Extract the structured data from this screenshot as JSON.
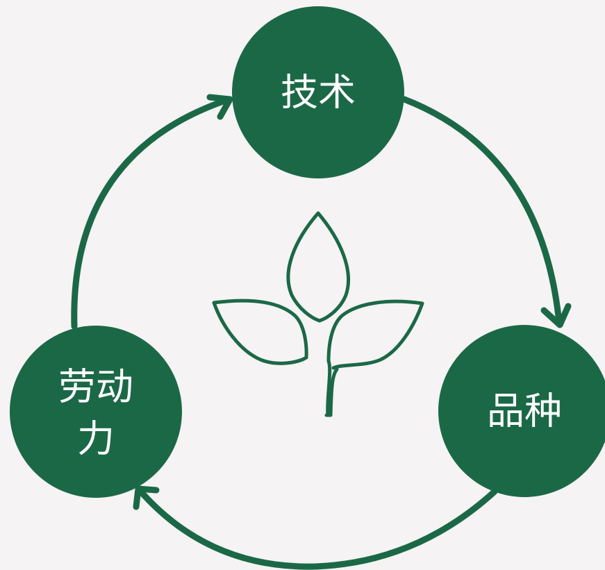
{
  "colors": {
    "background": "#f5f3f4",
    "primary": "#1b6847",
    "label": "#ffffff"
  },
  "center_icon": "sprout-icon",
  "nodes": [
    {
      "id": "tech",
      "label_lines": [
        "技术"
      ]
    },
    {
      "id": "variety",
      "label_lines": [
        "品种"
      ]
    },
    {
      "id": "labor",
      "label_lines": [
        "劳动",
        "力"
      ]
    }
  ],
  "flow": [
    "tech",
    "variety",
    "labor",
    "tech"
  ]
}
